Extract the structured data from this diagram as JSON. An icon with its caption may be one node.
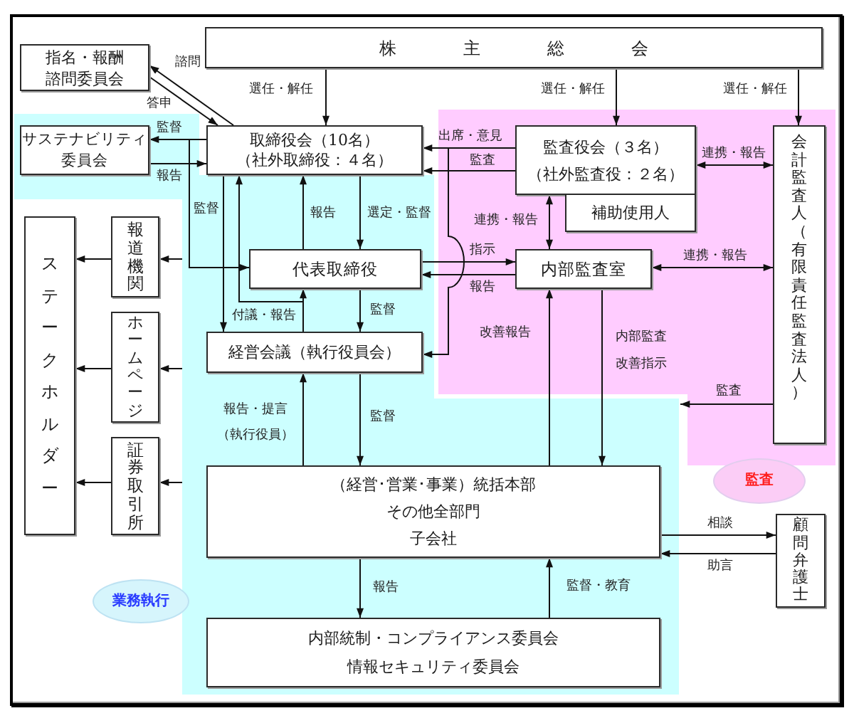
{
  "diagram": {
    "nodes": [
      {
        "text": [
          "株主総会"
        ]
      },
      {
        "text": [
          "指名・報酬諮問委員会"
        ]
      },
      {
        "text": [
          "サステナビリティ委員会"
        ]
      },
      {
        "text": [
          "取締役会（10名）",
          "（社外取締役：４名）"
        ]
      },
      {
        "text": [
          "監査役会（３名）",
          "（社外監査役：２名）"
        ]
      },
      {
        "text": [
          "補助使用人"
        ]
      },
      {
        "text": [
          "会計監査人",
          "（有限責任監査法人）"
        ]
      },
      {
        "text": [
          "ステークホルダー"
        ]
      },
      {
        "text": [
          "報道機関"
        ]
      },
      {
        "text": [
          "代表取締役"
        ]
      },
      {
        "text": [
          "内部監査室"
        ]
      },
      {
        "text": [
          "ホームページ"
        ]
      },
      {
        "text": [
          "経営会議（執行役員会）"
        ]
      },
      {
        "text": [
          "証券取引所"
        ]
      },
      {
        "text": [
          "（経営･営業･事業）統括本部",
          "その他全部門",
          "子会社"
        ]
      },
      {
        "text": [
          "監査"
        ]
      },
      {
        "text": [
          "顧問弁護士"
        ]
      },
      {
        "text": [
          "業務執行"
        ]
      },
      {
        "text": [
          "内部統制・コンプライアンス委員会",
          "情報セキュリティ委員会"
        ]
      }
    ],
    "edges": [
      {
        "from": 0,
        "to": 3,
        "arrow": "to",
        "label": "選任・解任"
      },
      {
        "from": 0,
        "to": 4,
        "arrow": "to",
        "label": "選任・解任"
      },
      {
        "from": 0,
        "to": 6,
        "arrow": "to",
        "label": "選任・解任"
      },
      {
        "from": 3,
        "to": 1,
        "arrow": "to",
        "label": "諮問"
      },
      {
        "from": 1,
        "to": 3,
        "arrow": "to",
        "label": "答申"
      },
      {
        "from": 3,
        "to": 2,
        "arrow": "to",
        "label": "監督"
      },
      {
        "from": 2,
        "to": 3,
        "arrow": "to",
        "label": "報告"
      },
      {
        "from": 3,
        "to": 9,
        "arrow": "to",
        "label": "監督"
      },
      {
        "from": 3,
        "to": 12,
        "arrow": "to"
      },
      {
        "from": 9,
        "to": 3,
        "arrow": "to",
        "label": "報告"
      },
      {
        "from": 3,
        "to": 9,
        "arrow": "to",
        "label": "選定・監督"
      },
      {
        "from": 12,
        "to": 9,
        "arrow": "to",
        "label": "付議・報告"
      },
      {
        "from": 12,
        "to": 3,
        "arrow": "to"
      },
      {
        "from": 9,
        "to": 12,
        "arrow": "to",
        "label": "監督"
      },
      {
        "from": 12,
        "to": 14,
        "arrow": "to",
        "label": "監督"
      },
      {
        "from": 14,
        "to": 12,
        "arrow": "to",
        "label": "報告・提言（執行役員）"
      },
      {
        "from": 14,
        "to": 18,
        "arrow": "to",
        "label": "報告"
      },
      {
        "from": 18,
        "to": 14,
        "arrow": "to",
        "label": "監督・教育"
      },
      {
        "from": 4,
        "to": 3,
        "arrow": "to",
        "label": "出席・意見"
      },
      {
        "from": 4,
        "to": 12,
        "arrow": "to"
      },
      {
        "from": 4,
        "to": 3,
        "arrow": "to",
        "label": "監査"
      },
      {
        "from": 4,
        "to": 6,
        "arrow": "both",
        "label": "連携・報告"
      },
      {
        "from": 4,
        "to": 10,
        "arrow": "both",
        "label": "連携・報告"
      },
      {
        "from": 10,
        "to": 6,
        "arrow": "both",
        "label": "連携・報告"
      },
      {
        "from": 9,
        "to": 10,
        "arrow": "to",
        "label": "指示"
      },
      {
        "from": 10,
        "to": 9,
        "arrow": "to",
        "label": "報告"
      },
      {
        "from": 10,
        "to": 14,
        "arrow": "to",
        "label": "内部監査改善指示"
      },
      {
        "from": 14,
        "to": 10,
        "arrow": "to",
        "label": "改善報告"
      },
      {
        "from": 6,
        "to": null,
        "arrow": "to",
        "label": "監査"
      },
      {
        "from": 14,
        "to": 16,
        "arrow": "to",
        "label": "相談"
      },
      {
        "from": 16,
        "to": 14,
        "arrow": "to",
        "label": "助言"
      },
      {
        "from": null,
        "to": 8,
        "arrow": "to"
      },
      {
        "from": null,
        "to": 11,
        "arrow": "to"
      },
      {
        "from": null,
        "to": 13,
        "arrow": "to"
      },
      {
        "from": 8,
        "to": 7,
        "arrow": "to"
      },
      {
        "from": 11,
        "to": 7,
        "arrow": "to"
      },
      {
        "from": 13,
        "to": 7,
        "arrow": "to"
      }
    ]
  }
}
